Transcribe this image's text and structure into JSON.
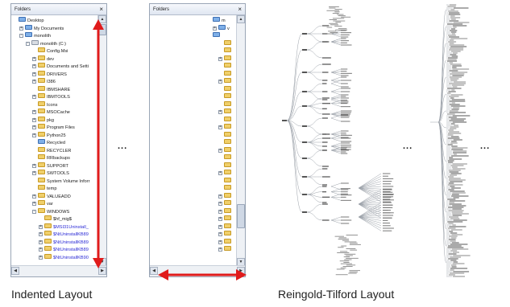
{
  "pane1": {
    "title": "Folders",
    "close_glyph": "×",
    "rows": [
      {
        "label": "Desktop",
        "indent": 0,
        "expander": "none",
        "icon": "doc"
      },
      {
        "label": "My Documents",
        "indent": 1,
        "expander": "+",
        "icon": "doc"
      },
      {
        "label": "monolith",
        "indent": 1,
        "expander": "-",
        "icon": "doc"
      },
      {
        "label": "monolith (C:)",
        "indent": 2,
        "expander": "-",
        "icon": "drive"
      },
      {
        "label": "Config.Msi",
        "indent": 3,
        "expander": "none",
        "icon": "folder"
      },
      {
        "label": "dev",
        "indent": 3,
        "expander": "+",
        "icon": "folder"
      },
      {
        "label": "Documents and Setti",
        "indent": 3,
        "expander": "+",
        "icon": "folder"
      },
      {
        "label": "DRIVERS",
        "indent": 3,
        "expander": "+",
        "icon": "folder"
      },
      {
        "label": "I386",
        "indent": 3,
        "expander": "+",
        "icon": "folder"
      },
      {
        "label": "IBMSHARE",
        "indent": 3,
        "expander": "none",
        "icon": "folder"
      },
      {
        "label": "IBMTOOLS",
        "indent": 3,
        "expander": "+",
        "icon": "folder"
      },
      {
        "label": "Icons",
        "indent": 3,
        "expander": "none",
        "icon": "folder"
      },
      {
        "label": "MSOCache",
        "indent": 3,
        "expander": "+",
        "icon": "folder"
      },
      {
        "label": "pkg",
        "indent": 3,
        "expander": "+",
        "icon": "folder"
      },
      {
        "label": "Program Files",
        "indent": 3,
        "expander": "+",
        "icon": "folder"
      },
      {
        "label": "Python25",
        "indent": 3,
        "expander": "+",
        "icon": "folder"
      },
      {
        "label": "Recycled",
        "indent": 3,
        "expander": "none",
        "icon": "doc"
      },
      {
        "label": "RECYCLER",
        "indent": 3,
        "expander": "none",
        "icon": "folder"
      },
      {
        "label": "RRbackups",
        "indent": 3,
        "expander": "none",
        "icon": "folder"
      },
      {
        "label": "SUPPORT",
        "indent": 3,
        "expander": "+",
        "icon": "folder"
      },
      {
        "label": "SWTOOLS",
        "indent": 3,
        "expander": "+",
        "icon": "folder"
      },
      {
        "label": "System Volume Inforr",
        "indent": 3,
        "expander": "none",
        "icon": "folder"
      },
      {
        "label": "temp",
        "indent": 3,
        "expander": "none",
        "icon": "folder"
      },
      {
        "label": "VALUEADD",
        "indent": 3,
        "expander": "+",
        "icon": "folder"
      },
      {
        "label": "var",
        "indent": 3,
        "expander": "+",
        "icon": "folder"
      },
      {
        "label": "WINDOWS",
        "indent": 3,
        "expander": "-",
        "icon": "folder"
      },
      {
        "label": "$hf_mig$",
        "indent": 4,
        "expander": "none",
        "icon": "folder"
      },
      {
        "label": "$MSI31Uninstall_",
        "indent": 4,
        "expander": "+",
        "icon": "folder",
        "selected": true
      },
      {
        "label": "$NtUninstallKB89",
        "indent": 4,
        "expander": "+",
        "icon": "folder",
        "selected": true
      },
      {
        "label": "$NtUninstallKB89",
        "indent": 4,
        "expander": "+",
        "icon": "folder",
        "selected": true
      },
      {
        "label": "$NtUninstallKB89",
        "indent": 4,
        "expander": "+",
        "icon": "folder",
        "selected": true
      },
      {
        "label": "$NtUninstallKB90",
        "indent": 4,
        "expander": "+",
        "icon": "folder",
        "selected": true
      }
    ]
  },
  "pane2": {
    "title": "Folders",
    "close_glyph": "×",
    "partial_labels": [
      "m",
      "v",
      "",
      "",
      "",
      "",
      "",
      "",
      "",
      "",
      "",
      "",
      "",
      "",
      "",
      "",
      "",
      "",
      "",
      "",
      "",
      "",
      "",
      "",
      "",
      "",
      "",
      "",
      "",
      "",
      ""
    ]
  },
  "ellipses": [
    "...",
    "...",
    "..."
  ],
  "captions": {
    "left": "Indented Layout",
    "right": "Reingold-Tilford Layout"
  },
  "colors": {
    "arrow": "#e01b1b",
    "folder": "#f0cf6a",
    "selected_text": "#2b2bd6"
  }
}
